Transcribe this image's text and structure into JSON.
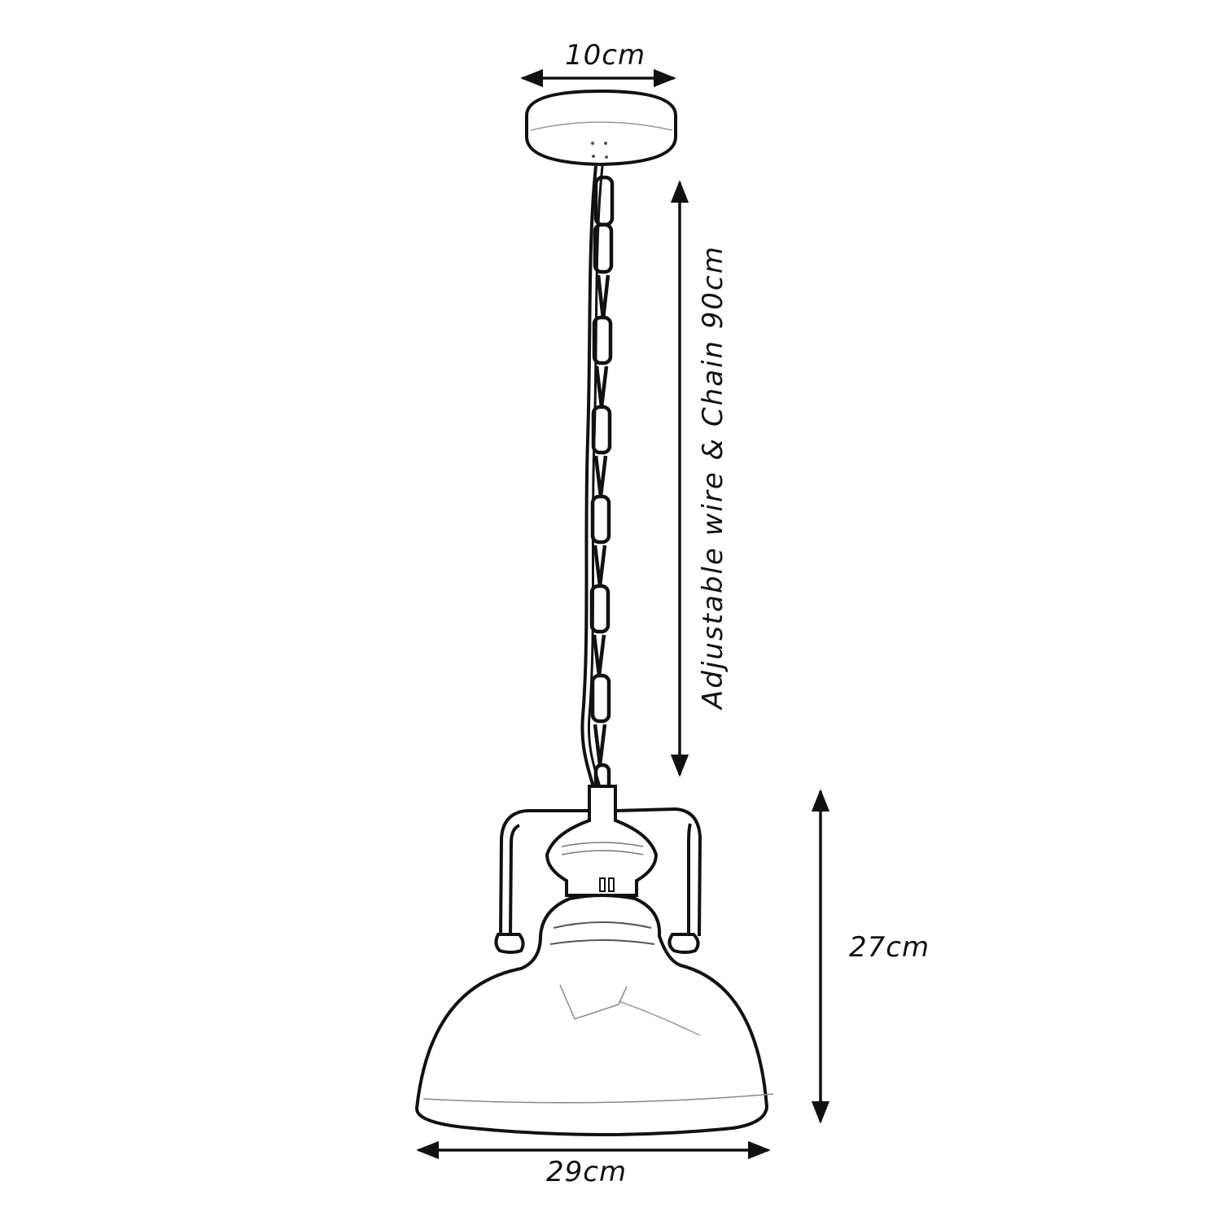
{
  "diagram": {
    "subject": "Pendant lamp dimension drawing",
    "style": "line sketch, black on white",
    "colors": {
      "background": "#ffffff",
      "ink": "#111111"
    },
    "dimensions": {
      "canopy_width": {
        "label": "10cm",
        "value": 10,
        "unit": "cm",
        "orientation": "horizontal"
      },
      "wire_chain_length": {
        "label": "Adjustable wire & Chain 90cm",
        "value": 90,
        "unit": "cm",
        "orientation": "vertical"
      },
      "shade_height": {
        "label": "27cm",
        "value": 27,
        "unit": "cm",
        "orientation": "vertical"
      },
      "shade_width": {
        "label": "29cm",
        "value": 29,
        "unit": "cm",
        "orientation": "horizontal"
      }
    },
    "parts": [
      "ceiling-canopy",
      "chain",
      "lamp-holder",
      "bracket-arms",
      "dome-shade"
    ]
  }
}
